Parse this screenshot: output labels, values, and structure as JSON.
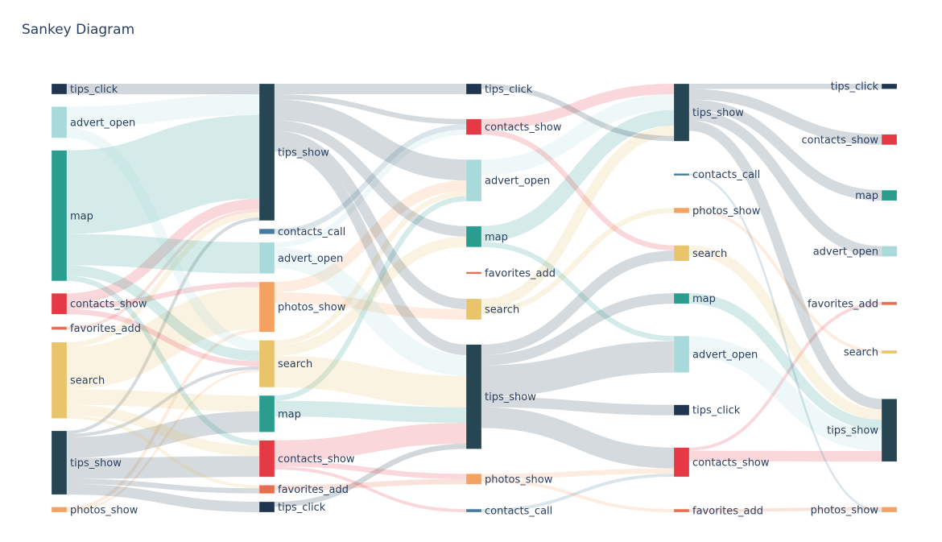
{
  "title": "Sankey Diagram",
  "colors": {
    "tips_click": "#1f3550",
    "advert_open": "#a8dadc",
    "map": "#2a9d8f",
    "contacts_show": "#e63946",
    "favorites_add": "#e76f51",
    "search": "#e9c46a",
    "tips_show": "#264653",
    "photos_show": "#f4a261",
    "contacts_call": "#457b9d"
  },
  "chart_data": {
    "type": "sankey",
    "columns": [
      [
        "tips_click",
        "advert_open",
        "map",
        "contacts_show",
        "favorites_add",
        "search",
        "tips_show",
        "photos_show"
      ],
      [
        "tips_show",
        "contacts_call",
        "advert_open",
        "photos_show",
        "search",
        "map",
        "contacts_show",
        "favorites_add",
        "tips_click"
      ],
      [
        "tips_click",
        "contacts_show",
        "advert_open",
        "map",
        "favorites_add",
        "search",
        "tips_show",
        "photos_show",
        "contacts_call"
      ],
      [
        "tips_show",
        "contacts_call",
        "photos_show",
        "search",
        "map",
        "advert_open",
        "tips_click",
        "contacts_show",
        "favorites_add"
      ],
      [
        "tips_click",
        "contacts_show",
        "map",
        "advert_open",
        "favorites_add",
        "search",
        "tips_show",
        "photos_show"
      ]
    ],
    "links": [
      {
        "source": [
          0,
          0
        ],
        "target": [
          1,
          0
        ],
        "value": 1
      },
      {
        "source": [
          0,
          1
        ],
        "target": [
          1,
          0
        ],
        "value": 2
      },
      {
        "source": [
          0,
          1
        ],
        "target": [
          1,
          4
        ],
        "value": 1
      },
      {
        "source": [
          0,
          2
        ],
        "target": [
          1,
          0
        ],
        "value": 8
      },
      {
        "source": [
          0,
          2
        ],
        "target": [
          1,
          2
        ],
        "value": 3
      },
      {
        "source": [
          0,
          2
        ],
        "target": [
          1,
          4
        ],
        "value": 1
      },
      {
        "source": [
          0,
          2
        ],
        "target": [
          1,
          6
        ],
        "value": 0.5
      },
      {
        "source": [
          0,
          3
        ],
        "target": [
          1,
          0
        ],
        "value": 1
      },
      {
        "source": [
          0,
          3
        ],
        "target": [
          1,
          4
        ],
        "value": 0.5
      },
      {
        "source": [
          0,
          3
        ],
        "target": [
          1,
          3
        ],
        "value": 0.5
      },
      {
        "source": [
          0,
          4
        ],
        "target": [
          1,
          0
        ],
        "value": 0.3
      },
      {
        "source": [
          0,
          5
        ],
        "target": [
          1,
          0
        ],
        "value": 0.5
      },
      {
        "source": [
          0,
          5
        ],
        "target": [
          1,
          3
        ],
        "value": 4
      },
      {
        "source": [
          0,
          5
        ],
        "target": [
          1,
          5
        ],
        "value": 1.5
      },
      {
        "source": [
          0,
          5
        ],
        "target": [
          1,
          6
        ],
        "value": 1
      },
      {
        "source": [
          0,
          5
        ],
        "target": [
          1,
          7
        ],
        "value": 0.3
      },
      {
        "source": [
          0,
          6
        ],
        "target": [
          1,
          5
        ],
        "value": 2
      },
      {
        "source": [
          0,
          6
        ],
        "target": [
          1,
          6
        ],
        "value": 2
      },
      {
        "source": [
          0,
          6
        ],
        "target": [
          1,
          8
        ],
        "value": 1
      },
      {
        "source": [
          0,
          6
        ],
        "target": [
          1,
          7
        ],
        "value": 0.5
      },
      {
        "source": [
          0,
          6
        ],
        "target": [
          1,
          0
        ],
        "value": 0.3
      },
      {
        "source": [
          0,
          6
        ],
        "target": [
          1,
          4
        ],
        "value": 0.3
      },
      {
        "source": [
          0,
          7
        ],
        "target": [
          1,
          3
        ],
        "value": 0.3
      },
      {
        "source": [
          0,
          7
        ],
        "target": [
          1,
          4
        ],
        "value": 0.2
      },
      {
        "source": [
          1,
          0
        ],
        "target": [
          2,
          0
        ],
        "value": 1
      },
      {
        "source": [
          1,
          0
        ],
        "target": [
          2,
          2
        ],
        "value": 2
      },
      {
        "source": [
          1,
          0
        ],
        "target": [
          2,
          3
        ],
        "value": 1
      },
      {
        "source": [
          1,
          0
        ],
        "target": [
          2,
          5
        ],
        "value": 1
      },
      {
        "source": [
          1,
          0
        ],
        "target": [
          2,
          6
        ],
        "value": 1
      },
      {
        "source": [
          1,
          0
        ],
        "target": [
          2,
          1
        ],
        "value": 0.5
      },
      {
        "source": [
          1,
          1
        ],
        "target": [
          2,
          1
        ],
        "value": 0.5
      },
      {
        "source": [
          1,
          2
        ],
        "target": [
          2,
          6
        ],
        "value": 2
      },
      {
        "source": [
          1,
          2
        ],
        "target": [
          2,
          1
        ],
        "value": 0.5
      },
      {
        "source": [
          1,
          3
        ],
        "target": [
          2,
          2
        ],
        "value": 1
      },
      {
        "source": [
          1,
          3
        ],
        "target": [
          2,
          5
        ],
        "value": 1
      },
      {
        "source": [
          1,
          4
        ],
        "target": [
          2,
          6
        ],
        "value": 3
      },
      {
        "source": [
          1,
          4
        ],
        "target": [
          2,
          3
        ],
        "value": 1
      },
      {
        "source": [
          1,
          4
        ],
        "target": [
          2,
          2
        ],
        "value": 0.5
      },
      {
        "source": [
          1,
          5
        ],
        "target": [
          2,
          6
        ],
        "value": 1.5
      },
      {
        "source": [
          1,
          5
        ],
        "target": [
          2,
          2
        ],
        "value": 0.5
      },
      {
        "source": [
          1,
          6
        ],
        "target": [
          2,
          6
        ],
        "value": 2
      },
      {
        "source": [
          1,
          6
        ],
        "target": [
          2,
          7
        ],
        "value": 0.5
      },
      {
        "source": [
          1,
          6
        ],
        "target": [
          2,
          8
        ],
        "value": 0.3
      },
      {
        "source": [
          1,
          7
        ],
        "target": [
          2,
          7
        ],
        "value": 0.5
      },
      {
        "source": [
          1,
          8
        ],
        "target": [
          2,
          6
        ],
        "value": 0.5
      },
      {
        "source": [
          2,
          1
        ],
        "target": [
          3,
          0
        ],
        "value": 1
      },
      {
        "source": [
          2,
          1
        ],
        "target": [
          3,
          3
        ],
        "value": 0.5
      },
      {
        "source": [
          2,
          2
        ],
        "target": [
          3,
          0
        ],
        "value": 1.5
      },
      {
        "source": [
          2,
          3
        ],
        "target": [
          3,
          0
        ],
        "value": 1.5
      },
      {
        "source": [
          2,
          3
        ],
        "target": [
          3,
          5
        ],
        "value": 0.5
      },
      {
        "source": [
          2,
          5
        ],
        "target": [
          3,
          0
        ],
        "value": 1
      },
      {
        "source": [
          2,
          5
        ],
        "target": [
          3,
          2
        ],
        "value": 0.5
      },
      {
        "source": [
          2,
          6
        ],
        "target": [
          3,
          5
        ],
        "value": 3
      },
      {
        "source": [
          2,
          6
        ],
        "target": [
          3,
          7
        ],
        "value": 2
      },
      {
        "source": [
          2,
          6
        ],
        "target": [
          3,
          6
        ],
        "value": 1
      },
      {
        "source": [
          2,
          6
        ],
        "target": [
          3,
          3
        ],
        "value": 1
      },
      {
        "source": [
          2,
          6
        ],
        "target": [
          3,
          4
        ],
        "value": 1
      },
      {
        "source": [
          2,
          7
        ],
        "target": [
          3,
          7
        ],
        "value": 0.5
      },
      {
        "source": [
          2,
          7
        ],
        "target": [
          3,
          8
        ],
        "value": 0.3
      },
      {
        "source": [
          2,
          8
        ],
        "target": [
          3,
          7
        ],
        "value": 0.3
      },
      {
        "source": [
          2,
          0
        ],
        "target": [
          3,
          0
        ],
        "value": 0.5
      },
      {
        "source": [
          3,
          0
        ],
        "target": [
          4,
          0
        ],
        "value": 0.5
      },
      {
        "source": [
          3,
          0
        ],
        "target": [
          4,
          1
        ],
        "value": 1
      },
      {
        "source": [
          3,
          0
        ],
        "target": [
          4,
          2
        ],
        "value": 1
      },
      {
        "source": [
          3,
          0
        ],
        "target": [
          4,
          3
        ],
        "value": 1
      },
      {
        "source": [
          3,
          0
        ],
        "target": [
          4,
          6
        ],
        "value": 1
      },
      {
        "source": [
          3,
          3
        ],
        "target": [
          4,
          6
        ],
        "value": 1
      },
      {
        "source": [
          3,
          4
        ],
        "target": [
          4,
          6
        ],
        "value": 1
      },
      {
        "source": [
          3,
          5
        ],
        "target": [
          4,
          6
        ],
        "value": 2
      },
      {
        "source": [
          3,
          7
        ],
        "target": [
          4,
          6
        ],
        "value": 1
      },
      {
        "source": [
          3,
          7
        ],
        "target": [
          4,
          4
        ],
        "value": 0.3
      },
      {
        "source": [
          3,
          8
        ],
        "target": [
          4,
          7
        ],
        "value": 0.3
      },
      {
        "source": [
          3,
          2
        ],
        "target": [
          4,
          5
        ],
        "value": 0.3
      },
      {
        "source": [
          3,
          1
        ],
        "target": [
          4,
          7
        ],
        "value": 0.2
      }
    ]
  }
}
